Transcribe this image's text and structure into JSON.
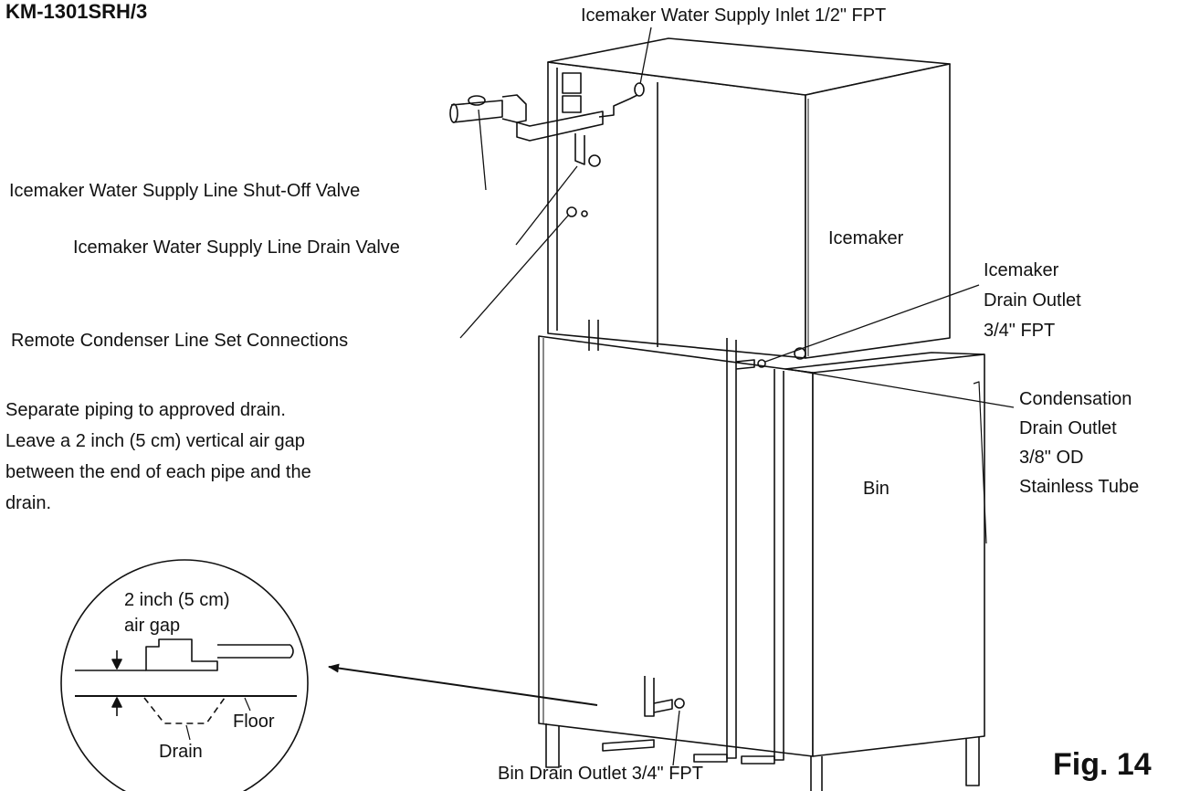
{
  "model": "KM-1301SRH/3",
  "figure": "Fig. 14",
  "labels": {
    "water_inlet": "Icemaker Water Supply Inlet 1/2\" FPT",
    "shutoff_valve": "Icemaker Water Supply Line Shut-Off Valve",
    "drain_valve": "Icemaker Water Supply Line Drain Valve",
    "remote_condenser": "Remote Condenser Line Set Connections",
    "icemaker": "Icemaker",
    "icemaker_drain": [
      "Icemaker",
      "Drain Outlet",
      "3/4\" FPT"
    ],
    "condensation_drain": [
      "Condensation",
      "Drain Outlet",
      "3/8\" OD",
      "Stainless Tube"
    ],
    "bin": "Bin",
    "bin_drain": "Bin Drain Outlet 3/4\" FPT"
  },
  "note": [
    "Separate piping to approved drain.",
    "Leave a 2 inch (5 cm) vertical air gap",
    "between the end of each pipe and the",
    "drain."
  ],
  "detail": {
    "air_gap": [
      "2 inch (5 cm)",
      "air gap"
    ],
    "floor": "Floor",
    "drain": "Drain"
  }
}
